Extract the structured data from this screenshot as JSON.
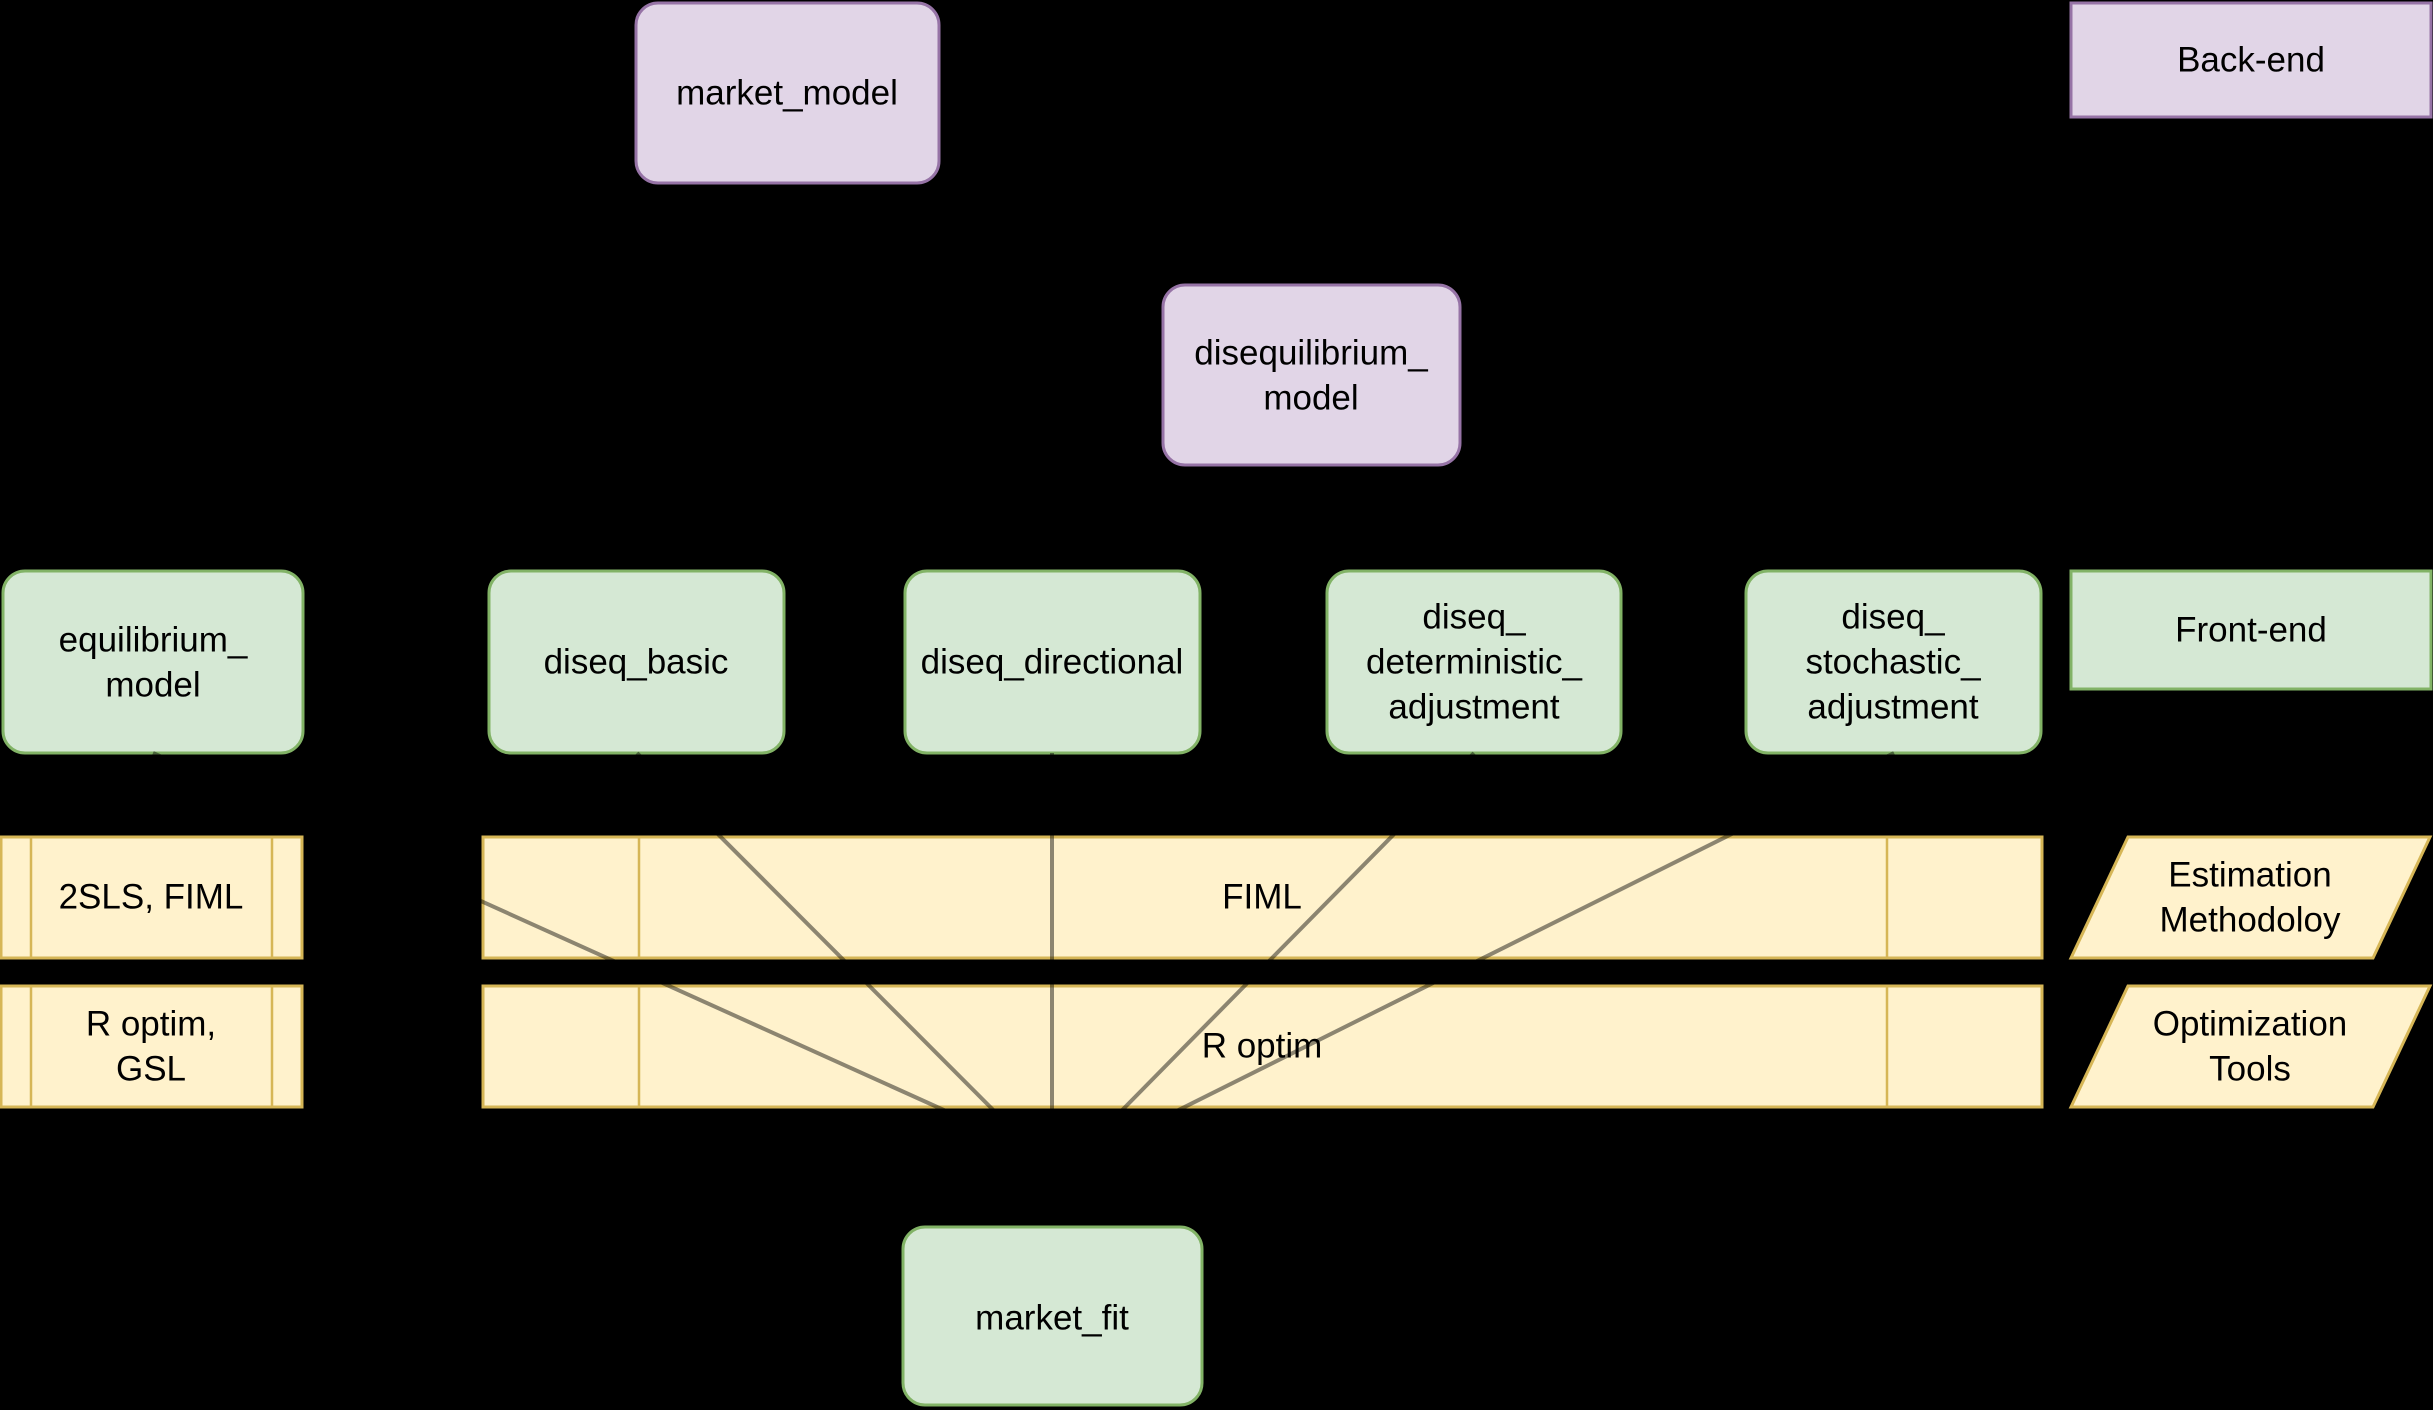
{
  "diagram": {
    "title": "R package class architecture diagram",
    "nodes": {
      "market_model": {
        "label": "market_model",
        "type": "class",
        "fill": "#E1D5E7",
        "stroke": "#9673A6"
      },
      "back_end": {
        "label": "Back-end",
        "type": "layer-tag",
        "fill": "#E1D5E7",
        "stroke": "#9673A6"
      },
      "disequilibrium_model": {
        "lines": [
          "disequilibrium_",
          "model"
        ],
        "type": "class",
        "fill": "#E1D5E7",
        "stroke": "#9673A6"
      },
      "equilibrium_model": {
        "lines": [
          "equilibrium_",
          "model"
        ],
        "type": "class",
        "fill": "#D5E8D4",
        "stroke": "#82B366"
      },
      "diseq_basic": {
        "label": "diseq_basic",
        "type": "class",
        "fill": "#D5E8D4",
        "stroke": "#82B366"
      },
      "diseq_directional": {
        "label": "diseq_directional",
        "type": "class",
        "fill": "#D5E8D4",
        "stroke": "#82B366"
      },
      "diseq_deterministic_adjustment": {
        "lines": [
          "diseq_",
          "deterministic_",
          "adjustment"
        ],
        "type": "class",
        "fill": "#D5E8D4",
        "stroke": "#82B366"
      },
      "diseq_stochastic_adjustment": {
        "lines": [
          "diseq_",
          "stochastic_",
          "adjustment"
        ],
        "type": "class",
        "fill": "#D5E8D4",
        "stroke": "#82B366"
      },
      "front_end": {
        "label": "Front-end",
        "type": "layer-tag",
        "fill": "#D5E8D4",
        "stroke": "#82B366"
      },
      "estimation_left": {
        "label": "2SLS, FIML",
        "type": "process",
        "fill": "#FFF2CC",
        "stroke": "#D6B656"
      },
      "estimation_main": {
        "label": "FIML",
        "type": "process",
        "fill": "#FFF2CC",
        "stroke": "#D6B656"
      },
      "estimation_tag": {
        "lines": [
          "Estimation",
          "Methodoloy"
        ],
        "type": "parallelogram",
        "fill": "#FFF2CC",
        "stroke": "#D6B656"
      },
      "optimization_left": {
        "lines": [
          "R optim,",
          "GSL"
        ],
        "type": "process",
        "fill": "#FFF2CC",
        "stroke": "#D6B656"
      },
      "optimization_main": {
        "label": "R optim",
        "type": "process",
        "fill": "#FFF2CC",
        "stroke": "#D6B656"
      },
      "optimization_tag": {
        "lines": [
          "Optimization",
          "Tools"
        ],
        "type": "parallelogram",
        "fill": "#FFF2CC",
        "stroke": "#D6B656"
      },
      "market_fit": {
        "label": "market_fit",
        "type": "class",
        "fill": "#D5E8D4",
        "stroke": "#82B366"
      }
    },
    "edges": [
      {
        "from": "equilibrium_model",
        "to": "market_fit"
      },
      {
        "from": "diseq_basic",
        "to": "market_fit"
      },
      {
        "from": "diseq_directional",
        "to": "market_fit"
      },
      {
        "from": "diseq_deterministic_adjustment",
        "to": "market_fit"
      },
      {
        "from": "diseq_stochastic_adjustment",
        "to": "market_fit"
      }
    ],
    "colors": {
      "background": "#000000",
      "purple_fill": "#E1D5E7",
      "purple_stroke": "#9673A6",
      "green_fill": "#D5E8D4",
      "green_stroke": "#82B366",
      "yellow_fill": "#FFF2CC",
      "yellow_stroke": "#D6B656",
      "text": "#000000",
      "edge": "rgba(0,0,0,0.45)"
    }
  }
}
